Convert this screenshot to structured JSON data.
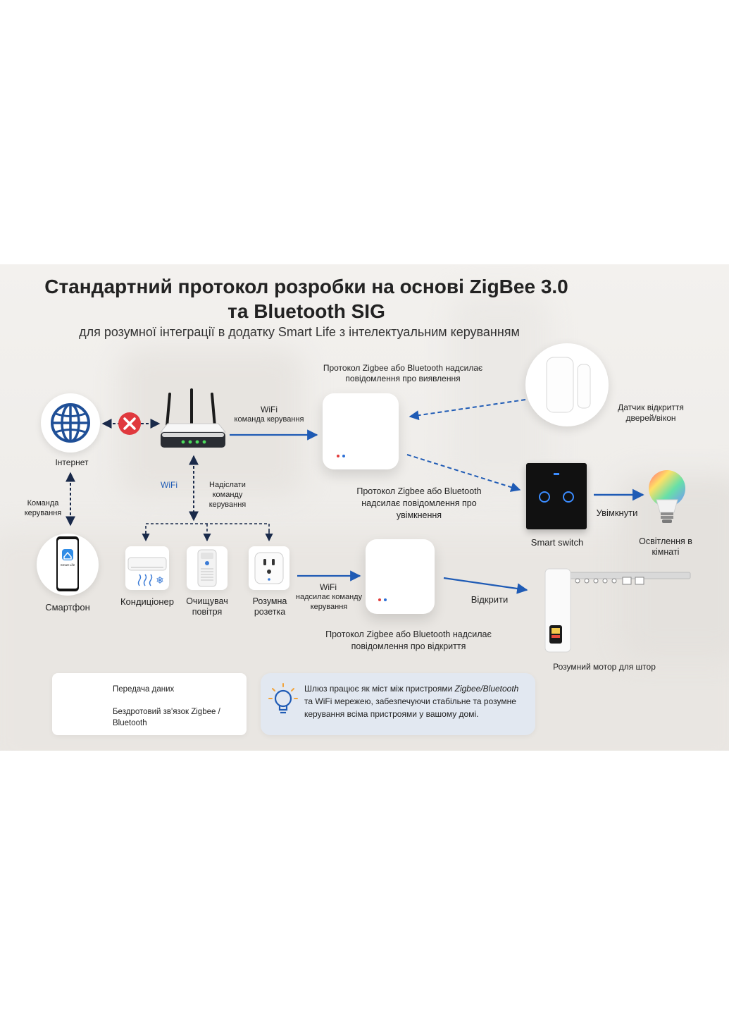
{
  "title_line1": "Стандартний протокол розробки на основі ZigBee 3.0",
  "title_line2": "та Bluetooth SIG",
  "subtitle": "для розумної інтеграції в додатку Smart Life з інтелектуальним керуванням",
  "nodes": {
    "internet": "Інтернет",
    "smartphone": "Смартфон",
    "app_name": "Smart Life",
    "ac": "Кондиціонер",
    "purifier": "Очищувач повітря",
    "socket": "Розумна розетка",
    "door_sensor": "Датчик відкриття дверей/вікон",
    "smart_switch": "Smart switch",
    "lighting": "Освітлення в кімнаті",
    "curtain_motor": "Розумний мотор для штор"
  },
  "edges": {
    "internet_phone": "Команда керування",
    "router_hub_wifi": "WiFi",
    "router_hub_cmd": "команда керування",
    "router_down_wifi": "WiFi",
    "router_down_cmd": "Надіслати команду керування",
    "socket_hub_wifi": "WiFi",
    "socket_hub_cmd": "надсилає команду керування",
    "sensor_hub": "Протокол Zigbee або Bluetooth надсилає повідомлення про виявлення",
    "hub_switch": "Протокол Zigbee або Bluetooth надсилає повідомлення про увімкнення",
    "switch_light": "Увімкнути",
    "hub_curtain": "Відкрити",
    "hub2_caption": "Протокол Zigbee або Bluetooth надсилає повідомлення про відкриття"
  },
  "legend": {
    "solid": "Передача даних",
    "dashed_line1": "Бездротовий зв'язок Zigbee /",
    "dashed_line2": "Bluetooth"
  },
  "note": {
    "line1_prefix": "Шлюз працює як міст між пристроями ",
    "line1_italic": "Zigbee/Bluetooth",
    "line2": "та WiFi мережею, забезпечуючи стабільне та розумне",
    "line3": "керування всіма пристроями у вашому домі."
  },
  "colors": {
    "arrow": "#1f5bb5",
    "blocked": "#e0393e",
    "hub_red": "#e23b3b",
    "hub_blue": "#2c6fd6"
  },
  "icons": [
    "globe-icon",
    "blocked-x-icon",
    "router-icon",
    "hub-icon",
    "smartphone-icon",
    "air-conditioner-icon",
    "air-purifier-icon",
    "smart-socket-icon",
    "door-sensor-icon",
    "smart-switch-icon",
    "light-bulb-icon",
    "curtain-motor-icon",
    "lightbulb-idea-icon"
  ]
}
